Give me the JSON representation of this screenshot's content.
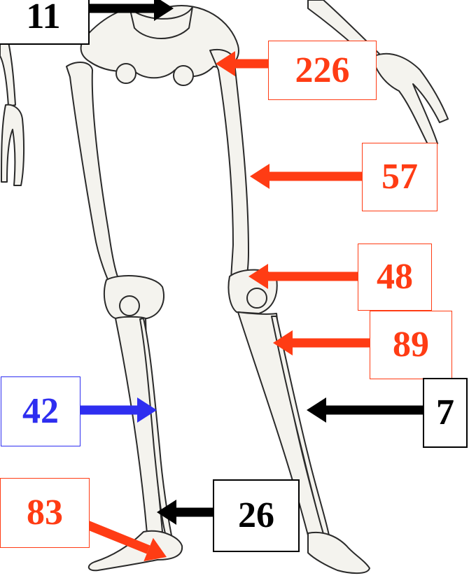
{
  "colors": {
    "red": "#ff3c14",
    "blue": "#2e2ef0",
    "black": "#000000",
    "bone_fill": "#f4f3ee",
    "bone_stroke": "#2a2a2a"
  },
  "labels": [
    {
      "id": "l11",
      "text": "11",
      "color": "black"
    },
    {
      "id": "l226",
      "text": "226",
      "color": "red"
    },
    {
      "id": "l57",
      "text": "57",
      "color": "red"
    },
    {
      "id": "l48",
      "text": "48",
      "color": "red"
    },
    {
      "id": "l89",
      "text": "89",
      "color": "red"
    },
    {
      "id": "l42",
      "text": "42",
      "color": "blue"
    },
    {
      "id": "l7",
      "text": "7",
      "color": "black"
    },
    {
      "id": "l83",
      "text": "83",
      "color": "red"
    },
    {
      "id": "l26",
      "text": "26",
      "color": "black"
    }
  ]
}
